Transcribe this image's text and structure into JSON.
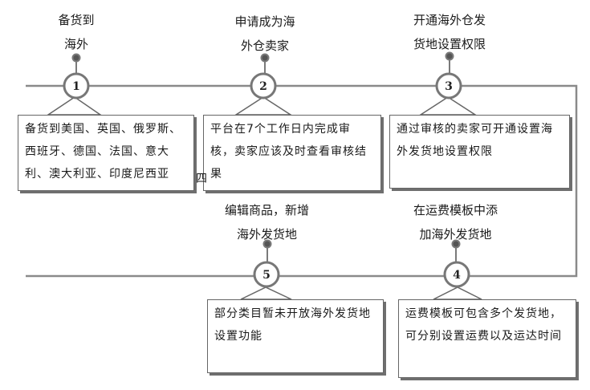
{
  "steps": [
    {
      "number": "1",
      "title_lines": [
        "备货到",
        "海外"
      ],
      "description": "备货到美国、英国、俄罗斯、西班牙、德国、法国、意大利、澳大利亚、印度尼西亚"
    },
    {
      "number": "2",
      "title_lines": [
        "申请成为海",
        "外仓卖家"
      ],
      "description": "平台在7个工作日内完成审核，卖家应该及时查看审核结果"
    },
    {
      "number": "3",
      "title_lines": [
        "开通海外仓发",
        "货地设置权限"
      ],
      "description": "通过审核的卖家可开通设置海外发货地设置权限"
    },
    {
      "number": "4",
      "title_lines": [
        "在运费模板中添",
        "加海外发货地"
      ],
      "description": "运费模板可包含多个发货地，可分别设置运费以及运达时间"
    },
    {
      "number": "5",
      "title_lines": [
        "编辑商品，新增",
        "海外发货地"
      ],
      "description": "部分类目暂未开放海外发货地设置功能"
    }
  ],
  "stray_char": "四"
}
